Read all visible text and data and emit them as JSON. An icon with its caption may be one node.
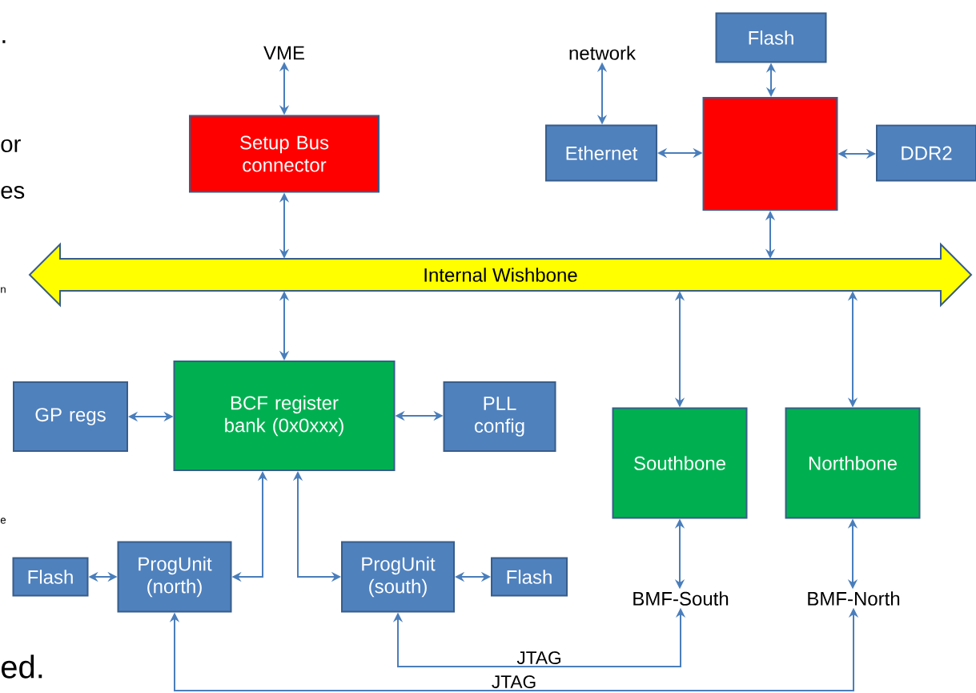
{
  "diagram": {
    "nodes": [
      {
        "text": [
          "VME"
        ]
      },
      {
        "text": [
          "Setup Bus connector"
        ]
      },
      {
        "text": [
          "network"
        ]
      },
      {
        "text": [
          "Flash"
        ]
      },
      {
        "text": [
          "Ethernet"
        ]
      },
      {
        "text": [],
        "shape": "box"
      },
      {
        "text": [
          "DDR2"
        ]
      },
      {
        "text": [
          "Internal Wishbone"
        ]
      },
      {
        "text": [
          "GP regs"
        ]
      },
      {
        "text": [
          "BCF register bank (0x0xxx)"
        ]
      },
      {
        "text": [
          "PLL config"
        ]
      },
      {
        "text": [
          "Southbone"
        ]
      },
      {
        "text": [
          "Northbone"
        ]
      },
      {
        "text": [
          "Flash"
        ]
      },
      {
        "text": [
          "ProgUnit (north)"
        ]
      },
      {
        "text": [
          "ProgUnit (south)"
        ]
      },
      {
        "text": [
          "Flash"
        ]
      },
      {
        "text": [
          "BMF-South"
        ]
      },
      {
        "text": [
          "BMF-North"
        ]
      }
    ],
    "edges": [
      {
        "from": 0,
        "to": 1,
        "arrow": "both"
      },
      {
        "from": 1,
        "to": 7,
        "arrow": "both"
      },
      {
        "from": 2,
        "to": 4,
        "arrow": "both"
      },
      {
        "from": 3,
        "to": 5,
        "arrow": "both"
      },
      {
        "from": 4,
        "to": 5,
        "arrow": "both"
      },
      {
        "from": 5,
        "to": 6,
        "arrow": "both"
      },
      {
        "from": 5,
        "to": 7,
        "arrow": "both"
      },
      {
        "from": 7,
        "to": 9,
        "arrow": "both"
      },
      {
        "from": 8,
        "to": 9,
        "arrow": "both"
      },
      {
        "from": 9,
        "to": 10,
        "arrow": "both"
      },
      {
        "from": 7,
        "to": 11,
        "arrow": "both"
      },
      {
        "from": 7,
        "to": 12,
        "arrow": "both"
      },
      {
        "from": 9,
        "to": 14,
        "arrow": "both"
      },
      {
        "from": 9,
        "to": 15,
        "arrow": "both"
      },
      {
        "from": 13,
        "to": 14,
        "arrow": "both"
      },
      {
        "from": 15,
        "to": 16,
        "arrow": "both"
      },
      {
        "from": 11,
        "to": 17,
        "arrow": "both"
      },
      {
        "from": 12,
        "to": 18,
        "arrow": "both"
      },
      {
        "from": 15,
        "to": 17,
        "arrow": "both",
        "label": "JTAG"
      },
      {
        "from": 14,
        "to": 18,
        "arrow": "both",
        "label": "JTAG"
      }
    ],
    "labels": [
      ".",
      "or",
      "es",
      "n",
      "e",
      "ed."
    ]
  }
}
